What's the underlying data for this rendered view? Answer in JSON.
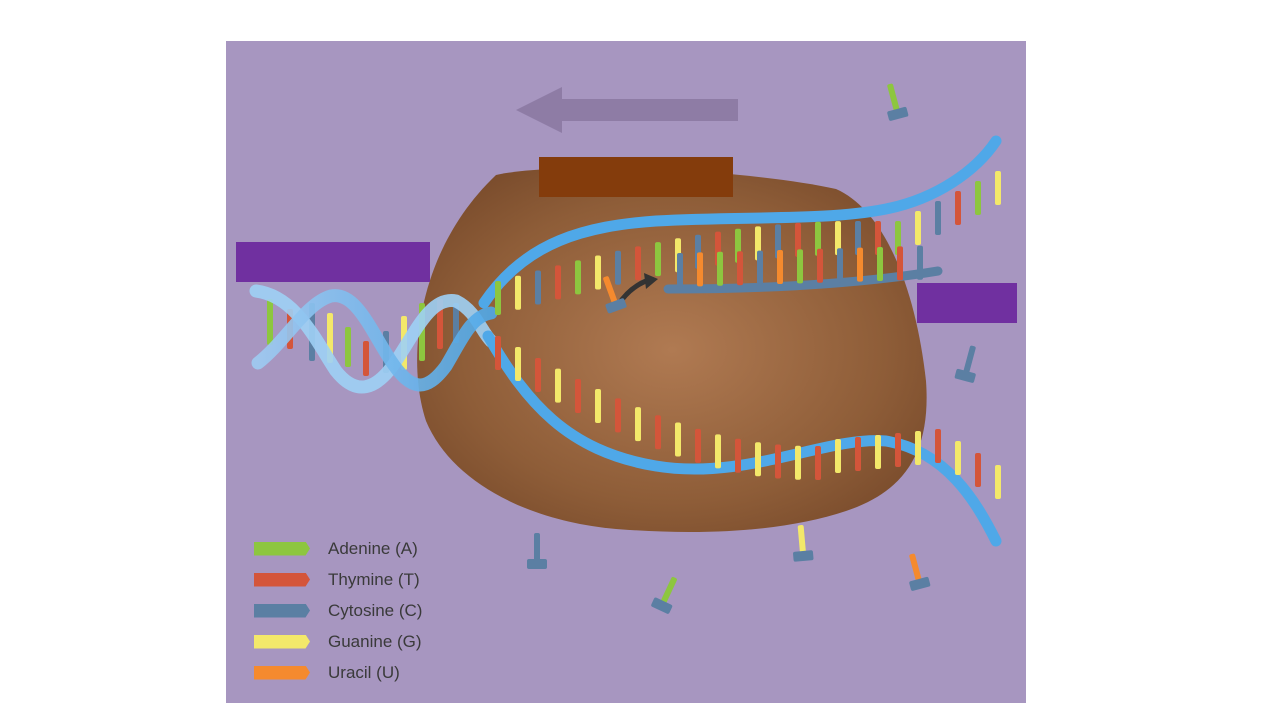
{
  "colors": {
    "background": "#a796c0",
    "enzyme": "#8b5a35",
    "dna_strand": "#4fa8e8",
    "arrow": "#8c7aa3",
    "label_box_purple": "#7030a0",
    "label_box_brown": "#843c0c",
    "adenine": "#8dc63f",
    "thymine": "#d4553a",
    "cytosine": "#5b7fa3",
    "guanine": "#f3e86a",
    "uracil": "#f58a2e"
  },
  "legend": [
    {
      "label": "Adenine (A)",
      "color": "#8dc63f",
      "icon": "adenine-swatch"
    },
    {
      "label": "Thymine (T)",
      "color": "#d4553a",
      "icon": "thymine-swatch"
    },
    {
      "label": "Cytosine (C)",
      "color": "#5b7fa3",
      "icon": "cytosine-swatch"
    },
    {
      "label": "Guanine (G)",
      "color": "#f3e86a",
      "icon": "guanine-swatch"
    },
    {
      "label": "Uracil (U)",
      "color": "#f58a2e",
      "icon": "uracil-swatch"
    }
  ],
  "label_boxes": [
    {
      "name": "label-box-enzyme",
      "color": "#843c0c"
    },
    {
      "name": "label-box-left",
      "color": "#7030a0"
    },
    {
      "name": "label-box-right",
      "color": "#7030a0"
    }
  ],
  "icons": [
    "direction-arrow-icon",
    "incorporation-arrow-icon",
    "free-nucleotide-icon"
  ]
}
